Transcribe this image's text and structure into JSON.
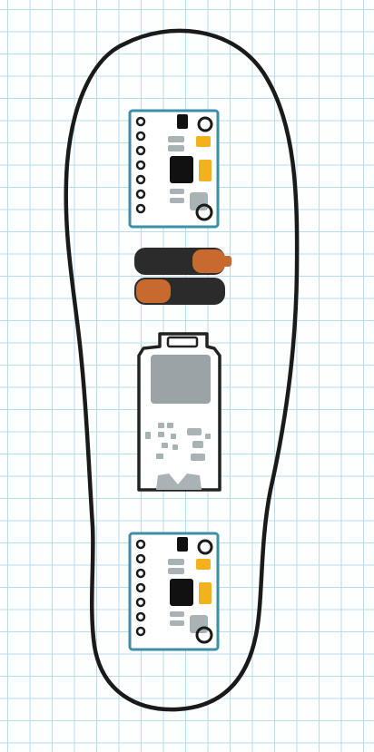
{
  "colors": {
    "grid": "#b9dcef",
    "paper": "#fdfefe",
    "outline": "#1a1a1a",
    "board_border": "#3d8fa8",
    "board_fill": "#ffffff",
    "pin": "#1a1a1a",
    "chip": "#111111",
    "component_yellow": "#f2b11d",
    "component_grey": "#a9b3b6",
    "battery_dark": "#2b2b2b",
    "battery_copper": "#c86a2f",
    "controller_border": "#222222",
    "controller_chip": "#9aa3a6"
  },
  "components": [
    {
      "name": "insole-outline",
      "kind": "outline"
    },
    {
      "name": "sensor-board-top",
      "kind": "sensor-board"
    },
    {
      "name": "battery-pack",
      "kind": "battery",
      "cells": 2
    },
    {
      "name": "controller-board",
      "kind": "microcontroller"
    },
    {
      "name": "sensor-board-bottom",
      "kind": "sensor-board"
    }
  ]
}
